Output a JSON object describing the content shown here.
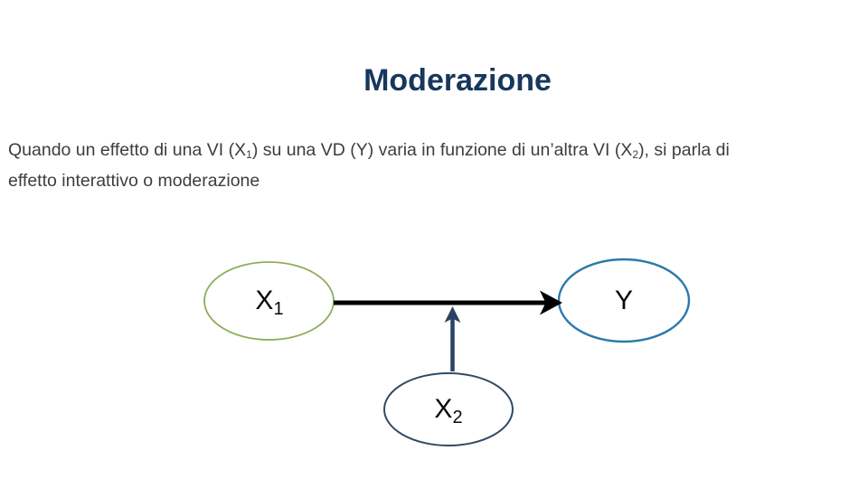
{
  "slide": {
    "title": "Moderazione",
    "body": {
      "parts": [
        "Quando un effetto di una VI (X",
        "1",
        ") su una VD (Y) varia in funzione di un’altra VI (X",
        "2",
        "), si parla di",
        "effetto interattivo o moderazione"
      ]
    }
  },
  "diagram": {
    "nodes": [
      {
        "id": "x1",
        "label": "X",
        "sub": "1"
      },
      {
        "id": "y",
        "label": "Y",
        "sub": ""
      },
      {
        "id": "x2",
        "label": "X",
        "sub": "2"
      }
    ],
    "edges": [
      {
        "from": "x1",
        "to": "y",
        "style": "black-arrow"
      },
      {
        "from": "x2",
        "to": "path-x1-y",
        "style": "navy-arrow"
      }
    ]
  },
  "colors": {
    "title_color": "#17375D",
    "body_color": "#3D3D3D",
    "x1_stroke": "#8FAD58",
    "y_stroke": "#2B79AC",
    "x2_stroke": "#2F4A63",
    "h_arrow": "#000000",
    "v_arrow": "#2A4365"
  }
}
